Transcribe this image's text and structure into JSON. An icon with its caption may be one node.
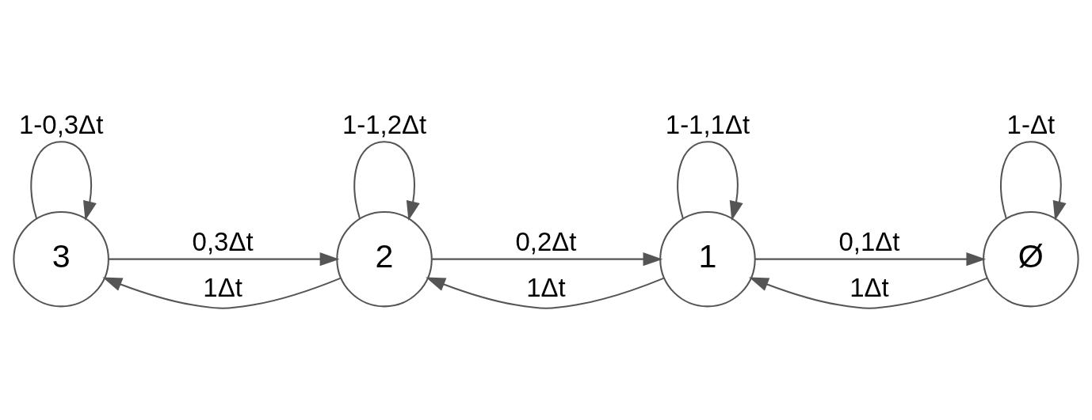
{
  "diagram": {
    "nodes": [
      {
        "text": [
          "3"
        ]
      },
      {
        "text": [
          "2"
        ]
      },
      {
        "text": [
          "1"
        ]
      },
      {
        "text": [
          "Ø"
        ]
      }
    ],
    "edges": [
      {
        "from": 0,
        "to": 1,
        "arrow": "to",
        "label": "0,3Δt"
      },
      {
        "from": 1,
        "to": 2,
        "arrow": "to",
        "label": "0,2Δt"
      },
      {
        "from": 2,
        "to": 3,
        "arrow": "to",
        "label": "0,1Δt"
      },
      {
        "from": 3,
        "to": 3,
        "arrow": "to",
        "label": "1-Δt"
      },
      {
        "from": 0,
        "to": 0,
        "arrow": "to",
        "label": "1-0,3Δt"
      },
      {
        "from": 1,
        "to": 0,
        "arrow": "to",
        "label": "1Δt"
      },
      {
        "from": 1,
        "to": 1,
        "arrow": "to",
        "label": "1-1,2Δt"
      },
      {
        "from": 2,
        "to": 1,
        "arrow": "to",
        "label": "1Δt"
      },
      {
        "from": 2,
        "to": 2,
        "arrow": "to",
        "label": "1-1,1Δt"
      },
      {
        "from": 3,
        "to": 2,
        "arrow": "to",
        "label": "1Δt"
      }
    ]
  }
}
